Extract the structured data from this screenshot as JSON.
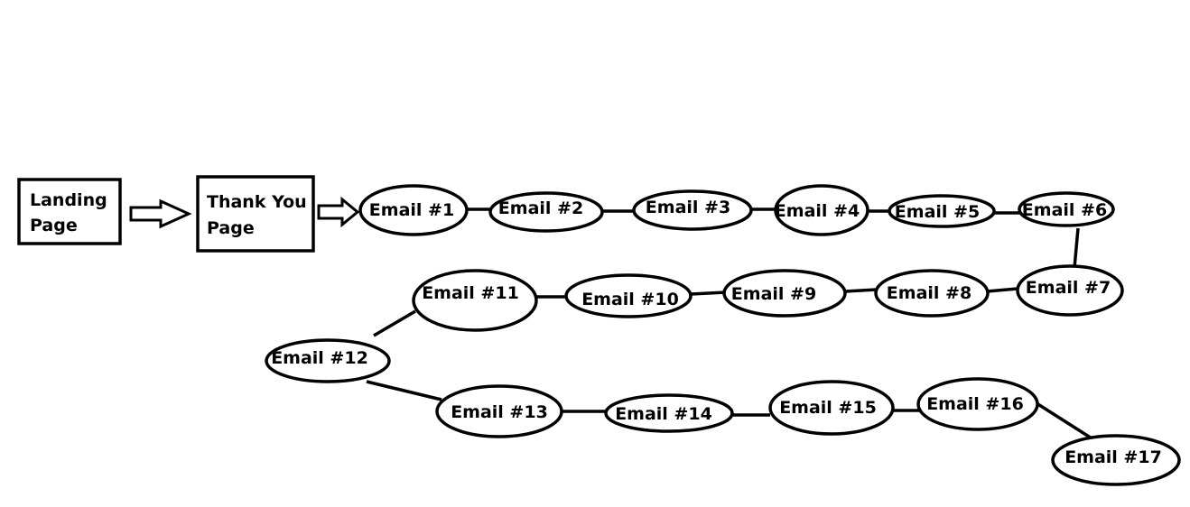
{
  "pages": [
    {
      "line1": "Landing",
      "line2": "Page"
    },
    {
      "line1": "Thank You",
      "line2": "Page"
    }
  ],
  "emails": [
    "Email #1",
    "Email #2",
    "Email #3",
    "Email #4",
    "Email #5",
    "Email #6",
    "Email #7",
    "Email #8",
    "Email #9",
    "Email #10",
    "Email #11",
    "Email #12",
    "Email #13",
    "Email #14",
    "Email #15",
    "Email #16",
    "Email #17"
  ]
}
